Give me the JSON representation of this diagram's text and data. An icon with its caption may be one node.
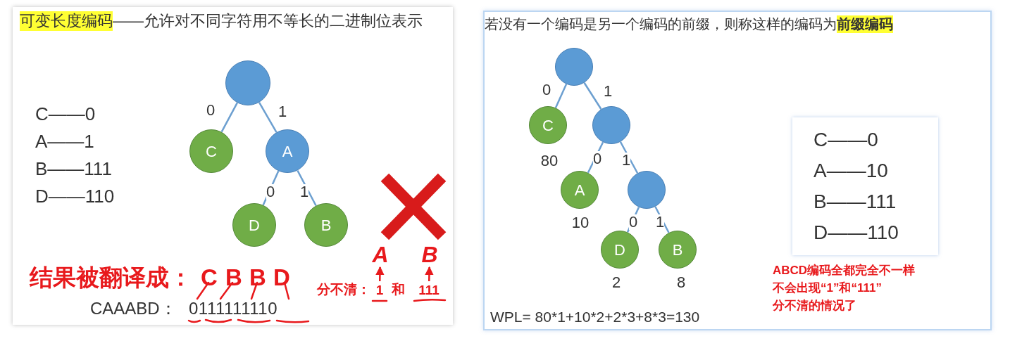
{
  "diagram": {
    "nodes": [
      {
        "text": [],
        "shape": "circle"
      },
      {
        "text": [
          "C"
        ]
      },
      {
        "text": [
          "A"
        ]
      },
      {
        "text": [
          "D"
        ]
      },
      {
        "text": [
          "B"
        ]
      },
      {
        "text": [],
        "shape": "circle"
      },
      {
        "text": [
          "C"
        ],
        "beside": [
          "80"
        ]
      },
      {
        "text": [],
        "shape": "circle"
      },
      {
        "text": [
          "A"
        ],
        "beside": [
          "10"
        ]
      },
      {
        "text": [],
        "shape": "circle"
      },
      {
        "text": [
          "D"
        ],
        "beside": [
          "2"
        ]
      },
      {
        "text": [
          "B"
        ],
        "beside": [
          "8"
        ]
      },
      {
        "text": [
          "C——0",
          "A——10",
          "B——111",
          "D——110"
        ],
        "beside": [
          "ABCD编码全都完全不一样",
          "不会出现“1”和“111”",
          "分不清的情况了"
        ]
      },
      {
        "text": [
          "A"
        ]
      },
      {
        "text": [
          "B"
        ]
      },
      {
        "text": [
          "1"
        ]
      },
      {
        "text": [
          "111"
        ]
      }
    ],
    "edges": [
      {
        "from": 0,
        "to": 1,
        "arrow": "none",
        "label": "0"
      },
      {
        "from": 0,
        "to": 2,
        "arrow": "none",
        "label": "1"
      },
      {
        "from": 2,
        "to": 3,
        "arrow": "none",
        "label": "0"
      },
      {
        "from": 2,
        "to": 4,
        "arrow": "none",
        "label": "1"
      },
      {
        "from": 5,
        "to": 6,
        "arrow": "none",
        "label": "0"
      },
      {
        "from": 5,
        "to": 7,
        "arrow": "none",
        "label": "1"
      },
      {
        "from": 7,
        "to": 8,
        "arrow": "none",
        "label": "0"
      },
      {
        "from": 7,
        "to": 9,
        "arrow": "none",
        "label": "1"
      },
      {
        "from": 9,
        "to": 10,
        "arrow": "none",
        "label": "0"
      },
      {
        "from": 9,
        "to": 11,
        "arrow": "none",
        "label": "1"
      },
      {
        "from": 15,
        "to": 13,
        "arrow": "to",
        "color": "#e8191c"
      },
      {
        "from": 16,
        "to": 14,
        "arrow": "to",
        "color": "#e8191c"
      }
    ],
    "labels": [
      "可变长度编码",
      "——允许对不同字符用不等长的二进制位表示",
      "C——0",
      "A——1",
      "B——111",
      "D——110",
      "结果被翻译成：",
      "C",
      "B",
      "B",
      "D",
      "分不清：",
      "和",
      "CAAABD：",
      "0111111110",
      "若没有一个编码是另一个编码的前缀，则称这样的编码为",
      "前缀编码",
      "WPL= 80*1+10*2+2*3+8*3=130"
    ]
  }
}
